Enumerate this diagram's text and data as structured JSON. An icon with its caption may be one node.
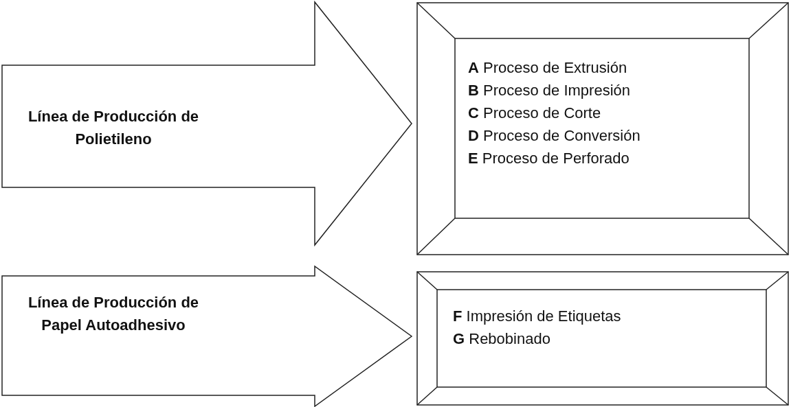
{
  "diagram": {
    "nodes": [
      {
        "text": [
          "Línea de Producción de Polietileno"
        ]
      },
      {
        "text": [
          "**A** Proceso de Extrusión",
          "**B** Proceso de Impresión",
          "**C** Proceso de Corte",
          "**D** Proceso de Conversión",
          "**E** Proceso de Perforado"
        ]
      },
      {
        "text": [
          "Línea de Producción de Papel Autoadhesivo"
        ]
      },
      {
        "text": [
          "**F** Impresión de Etiquetas",
          "**G** Rebobinado"
        ]
      }
    ]
  }
}
